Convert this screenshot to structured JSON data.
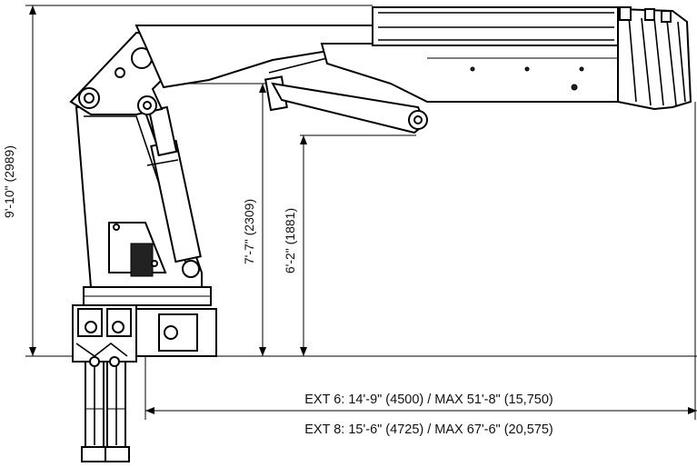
{
  "dimensions": {
    "overall_height": "9'-10\" (2989)",
    "boom_pivot_height": "7'-7\" (2309)",
    "tip_height": "6'-2\" (1881)",
    "reach_ext6": "EXT 6: 14'-9\" (4500) / MAX 51'-8\" (15,750)",
    "reach_ext8": "EXT 8: 15'-6\" (4725) / MAX 67'-6\" (20,575)"
  },
  "colors": {
    "line": "#000000",
    "background": "#ffffff"
  }
}
